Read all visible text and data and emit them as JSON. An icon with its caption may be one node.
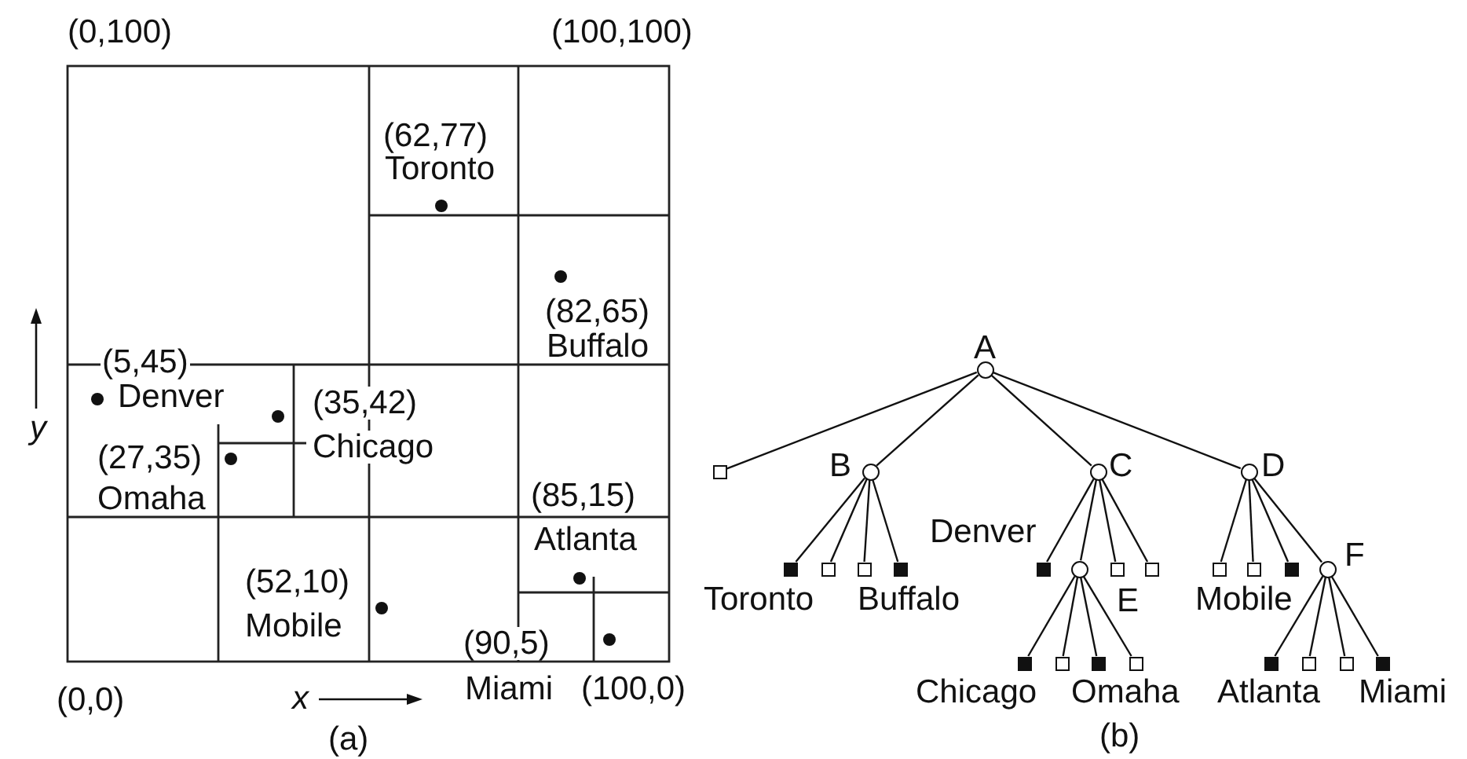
{
  "diagram": {
    "nodes": [
      {
        "text": [
          "A"
        ]
      },
      {
        "text": [],
        "shape": "box"
      },
      {
        "text": [
          "B"
        ]
      },
      {
        "text": [
          "C"
        ]
      },
      {
        "text": [
          "D"
        ]
      },
      {
        "text": [
          "Toronto"
        ]
      },
      {
        "text": [],
        "shape": "box"
      },
      {
        "text": [],
        "shape": "box"
      },
      {
        "text": [
          "Buffalo"
        ]
      },
      {
        "text": [
          "Denver"
        ]
      },
      {
        "text": [
          "E"
        ]
      },
      {
        "text": [],
        "shape": "box"
      },
      {
        "text": [],
        "shape": "box"
      },
      {
        "text": [],
        "shape": "box"
      },
      {
        "text": [],
        "shape": "box"
      },
      {
        "text": [
          "Mobile"
        ]
      },
      {
        "text": [
          "F"
        ]
      },
      {
        "text": [
          "Chicago"
        ]
      },
      {
        "text": [],
        "shape": "box"
      },
      {
        "text": [
          "Omaha"
        ]
      },
      {
        "text": [],
        "shape": "box"
      },
      {
        "text": [
          "Atlanta"
        ]
      },
      {
        "text": [],
        "shape": "box"
      },
      {
        "text": [],
        "shape": "box"
      },
      {
        "text": [
          "Miami"
        ]
      }
    ],
    "edges": [
      {
        "from": 0,
        "to": 1,
        "arrow": "none"
      },
      {
        "from": 0,
        "to": 2,
        "arrow": "none"
      },
      {
        "from": 0,
        "to": 3,
        "arrow": "none"
      },
      {
        "from": 0,
        "to": 4,
        "arrow": "none"
      },
      {
        "from": 2,
        "to": 5,
        "arrow": "none"
      },
      {
        "from": 2,
        "to": 6,
        "arrow": "none"
      },
      {
        "from": 2,
        "to": 7,
        "arrow": "none"
      },
      {
        "from": 2,
        "to": 8,
        "arrow": "none"
      },
      {
        "from": 3,
        "to": 9,
        "arrow": "none"
      },
      {
        "from": 3,
        "to": 10,
        "arrow": "none"
      },
      {
        "from": 3,
        "to": 11,
        "arrow": "none"
      },
      {
        "from": 3,
        "to": 12,
        "arrow": "none"
      },
      {
        "from": 4,
        "to": 13,
        "arrow": "none"
      },
      {
        "from": 4,
        "to": 14,
        "arrow": "none"
      },
      {
        "from": 4,
        "to": 15,
        "arrow": "none"
      },
      {
        "from": 4,
        "to": 16,
        "arrow": "none"
      },
      {
        "from": 10,
        "to": 17,
        "arrow": "none"
      },
      {
        "from": 10,
        "to": 18,
        "arrow": "none"
      },
      {
        "from": 10,
        "to": 19,
        "arrow": "none"
      },
      {
        "from": 10,
        "to": 20,
        "arrow": "none"
      },
      {
        "from": 16,
        "to": 21,
        "arrow": "none"
      },
      {
        "from": 16,
        "to": 22,
        "arrow": "none"
      },
      {
        "from": 16,
        "to": 23,
        "arrow": "none"
      },
      {
        "from": 16,
        "to": 24,
        "arrow": "none"
      }
    ],
    "labels": [
      "(0,100)",
      "(100,100)",
      "(62,77)",
      "Toronto",
      "(82,65)",
      "Buffalo",
      "(5,45)",
      "Denver",
      "(35,42)",
      "y",
      "(27,35)",
      "Chicago",
      "Omaha",
      "(85,15)",
      "Atlanta",
      "(52,10)",
      "Mobile",
      "(90,5)",
      "(0,0)",
      "x",
      "Miami",
      "(100,0)",
      "(a)",
      "(b)"
    ]
  }
}
